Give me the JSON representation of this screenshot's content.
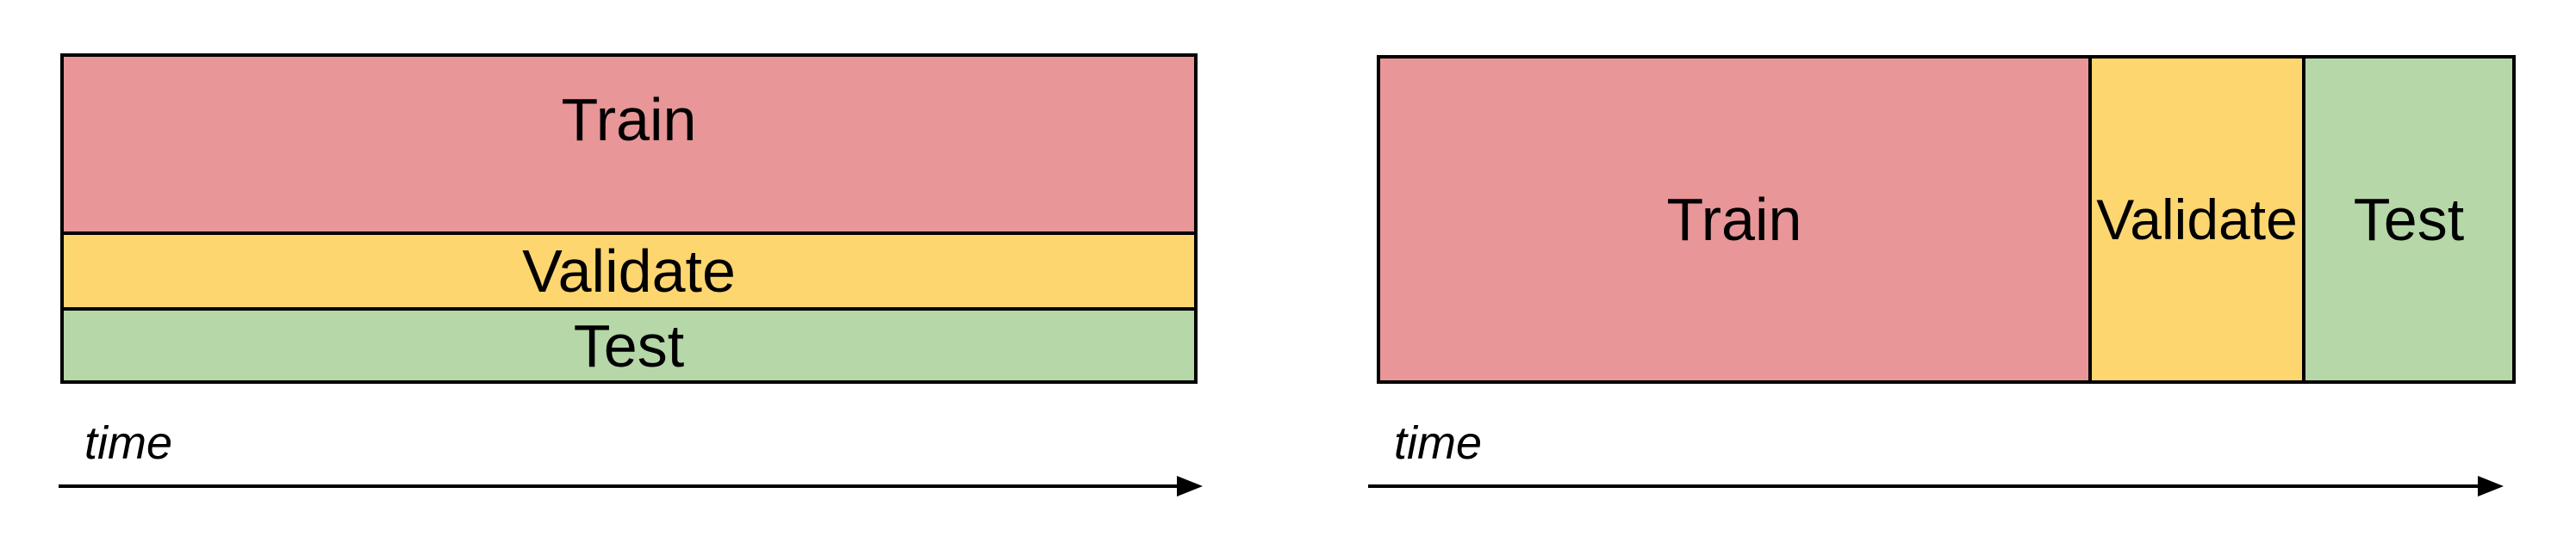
{
  "colors": {
    "train": "#e89697",
    "validate": "#fdd670",
    "test": "#b6d7a8",
    "border": "#000000"
  },
  "left_diagram": {
    "train_label": "Train",
    "validate_label": "Validate",
    "test_label": "Test",
    "time_label": "time"
  },
  "right_diagram": {
    "train_label": "Train",
    "validate_label": "Validate",
    "test_label": "Test",
    "time_label": "time"
  }
}
